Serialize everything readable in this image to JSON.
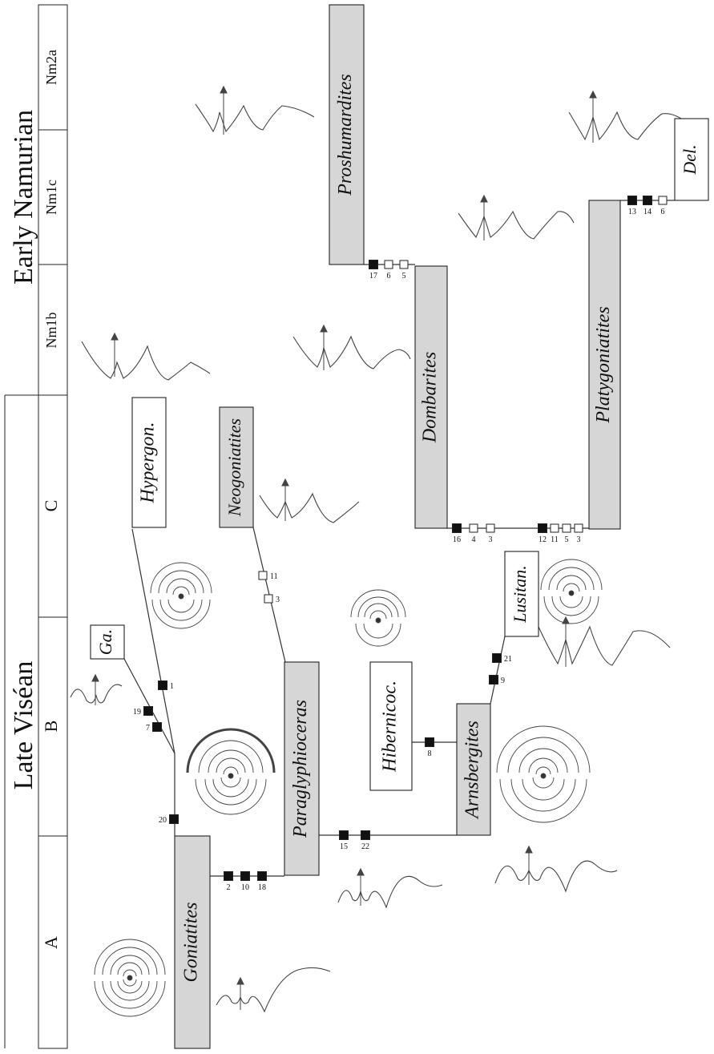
{
  "epochs": [
    {
      "id": "late-visean",
      "label": "Late Viséan"
    },
    {
      "id": "early-namurian",
      "label": "Early Namurian"
    }
  ],
  "zones": [
    "A",
    "B",
    "C",
    "Nm1b",
    "Nm1c",
    "Nm2a"
  ],
  "taxa": [
    {
      "id": "goniatites",
      "label": "Goniatites",
      "shaded": true
    },
    {
      "id": "paraglyphioceras",
      "label": "Paraglyphioceras",
      "shaded": true
    },
    {
      "id": "arnsbergites",
      "label": "Arnsbergites",
      "shaded": true
    },
    {
      "id": "hibernicoc",
      "label": "Hibernicoc.",
      "shaded": false
    },
    {
      "id": "ga",
      "label": "Ga.",
      "shaded": false
    },
    {
      "id": "hypergon",
      "label": "Hypergon.",
      "shaded": false
    },
    {
      "id": "neogoniatites",
      "label": "Neogoniatites",
      "shaded": true
    },
    {
      "id": "lusitan",
      "label": "Lusitan.",
      "shaded": false
    },
    {
      "id": "dombarites",
      "label": "Dombarites",
      "shaded": true
    },
    {
      "id": "platygoniatites",
      "label": "Platygoniatites",
      "shaded": true
    },
    {
      "id": "proshumardites",
      "label": "Proshumardites",
      "shaded": true
    },
    {
      "id": "del",
      "label": "Del.",
      "shaded": false
    }
  ],
  "character_groups": [
    {
      "id": "g1",
      "characters": [
        {
          "n": "2",
          "filled": true
        },
        {
          "n": "10",
          "filled": true
        },
        {
          "n": "18",
          "filled": true
        }
      ]
    },
    {
      "id": "g2",
      "characters": [
        {
          "n": "20",
          "filled": true
        }
      ]
    },
    {
      "id": "g3",
      "characters": [
        {
          "n": "19",
          "filled": true
        },
        {
          "n": "7",
          "filled": true
        }
      ]
    },
    {
      "id": "g4",
      "characters": [
        {
          "n": "1",
          "filled": true
        }
      ]
    },
    {
      "id": "g5",
      "characters": [
        {
          "n": "15",
          "filled": true
        },
        {
          "n": "22",
          "filled": true
        }
      ]
    },
    {
      "id": "g6",
      "characters": [
        {
          "n": "11",
          "filled": false
        },
        {
          "n": "3",
          "filled": false
        }
      ]
    },
    {
      "id": "g7",
      "characters": [
        {
          "n": "8",
          "filled": true
        }
      ]
    },
    {
      "id": "g8",
      "characters": [
        {
          "n": "9",
          "filled": true
        },
        {
          "n": "21",
          "filled": true
        }
      ]
    },
    {
      "id": "g9",
      "characters": [
        {
          "n": "16",
          "filled": true
        },
        {
          "n": "4",
          "filled": false
        },
        {
          "n": "3",
          "filled": false
        }
      ]
    },
    {
      "id": "g10",
      "characters": [
        {
          "n": "12",
          "filled": true
        },
        {
          "n": "11",
          "filled": false
        },
        {
          "n": "5",
          "filled": false
        },
        {
          "n": "3",
          "filled": false
        }
      ]
    },
    {
      "id": "g11",
      "characters": [
        {
          "n": "17",
          "filled": true
        },
        {
          "n": "6",
          "filled": false
        },
        {
          "n": "5",
          "filled": false
        }
      ]
    },
    {
      "id": "g12",
      "characters": [
        {
          "n": "13",
          "filled": true
        },
        {
          "n": "14",
          "filled": true
        },
        {
          "n": "6",
          "filled": false
        }
      ]
    }
  ]
}
